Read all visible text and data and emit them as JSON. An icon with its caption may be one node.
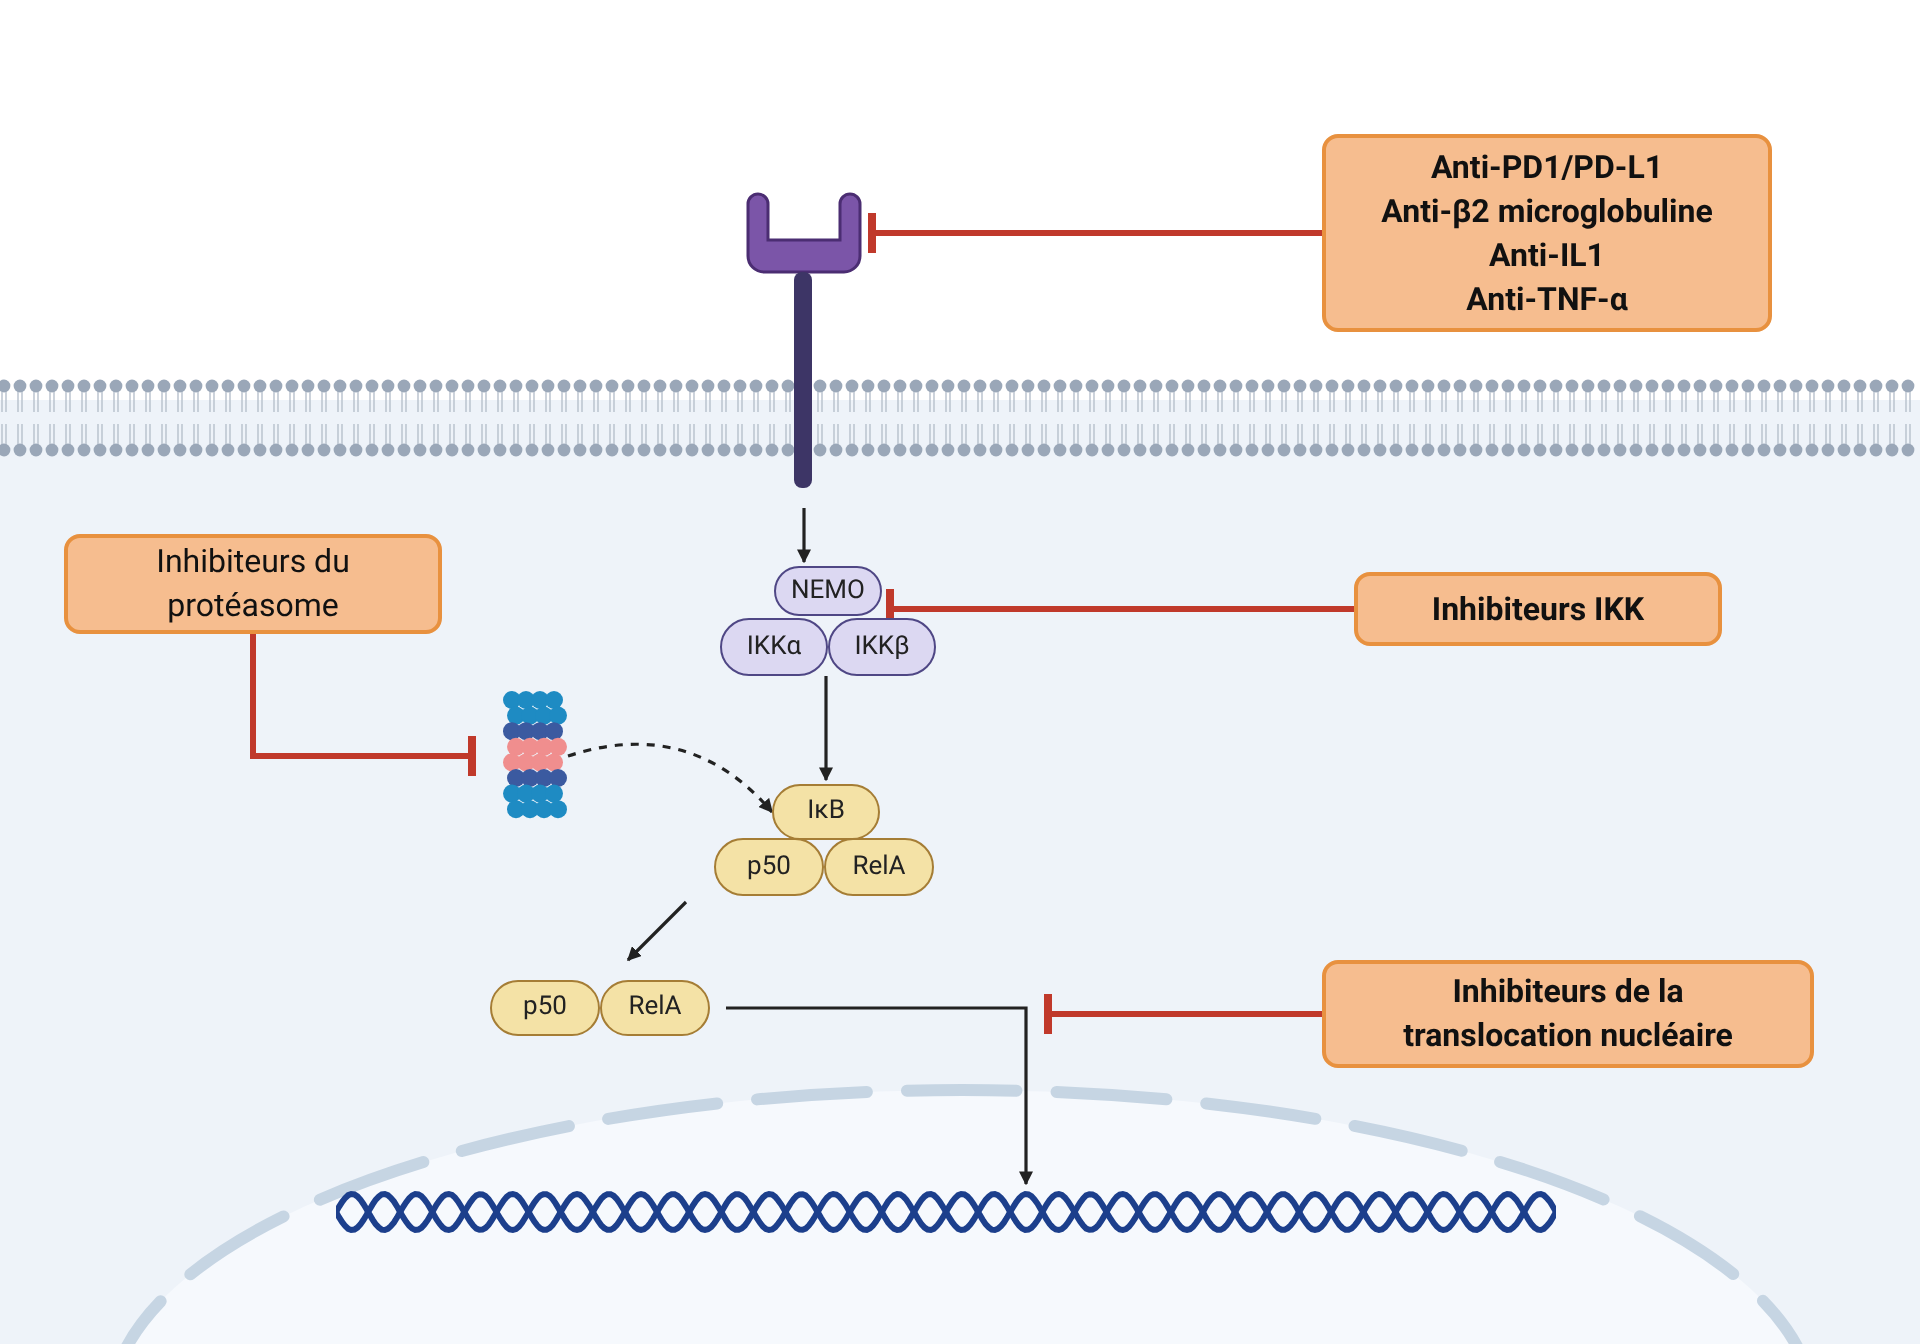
{
  "diagram": {
    "nodes": [
      {
        "text": [],
        "shape": "picture"
      },
      {
        "text": [
          "Anti-PD1/PD-L1",
          "Anti-β2 microglobuline",
          "Anti-IL1",
          "Anti-TNF-α"
        ]
      },
      {
        "text": [
          "NEMO"
        ]
      },
      {
        "text": [
          "IKKα"
        ]
      },
      {
        "text": [
          "IKKβ"
        ]
      },
      {
        "text": [
          "Inhibiteurs IKK"
        ]
      },
      {
        "text": [
          "Inhibiteurs du protéasome"
        ]
      },
      {
        "text": [],
        "shape": "picture"
      },
      {
        "text": [
          "IκB"
        ]
      },
      {
        "text": [
          "p50"
        ]
      },
      {
        "text": [
          "RelA"
        ]
      },
      {
        "text": [
          "p50"
        ]
      },
      {
        "text": [
          "RelA"
        ]
      },
      {
        "text": [
          "Inhibiteurs de la translocation nucléaire"
        ]
      },
      {
        "text": [],
        "shape": "picture"
      }
    ],
    "edges": [
      {
        "from": 1,
        "to": 0,
        "arrow": "other",
        "color": "#c0392b"
      },
      {
        "from": 0,
        "to": 2,
        "arrow": "to"
      },
      {
        "from": 5,
        "to": 2,
        "arrow": "other",
        "color": "#c0392b"
      },
      {
        "from": 3,
        "to": 8,
        "arrow": "to"
      },
      {
        "from": 6,
        "to": 7,
        "arrow": "other",
        "color": "#c0392b"
      },
      {
        "from": 7,
        "to": 8,
        "arrow": "to",
        "style": "dashed"
      },
      {
        "from": 9,
        "to": 11,
        "arrow": "to"
      },
      {
        "from": 12,
        "to": 14,
        "arrow": "to"
      },
      {
        "from": 13,
        "to": null,
        "arrow": "other",
        "color": "#c0392b"
      }
    ]
  }
}
